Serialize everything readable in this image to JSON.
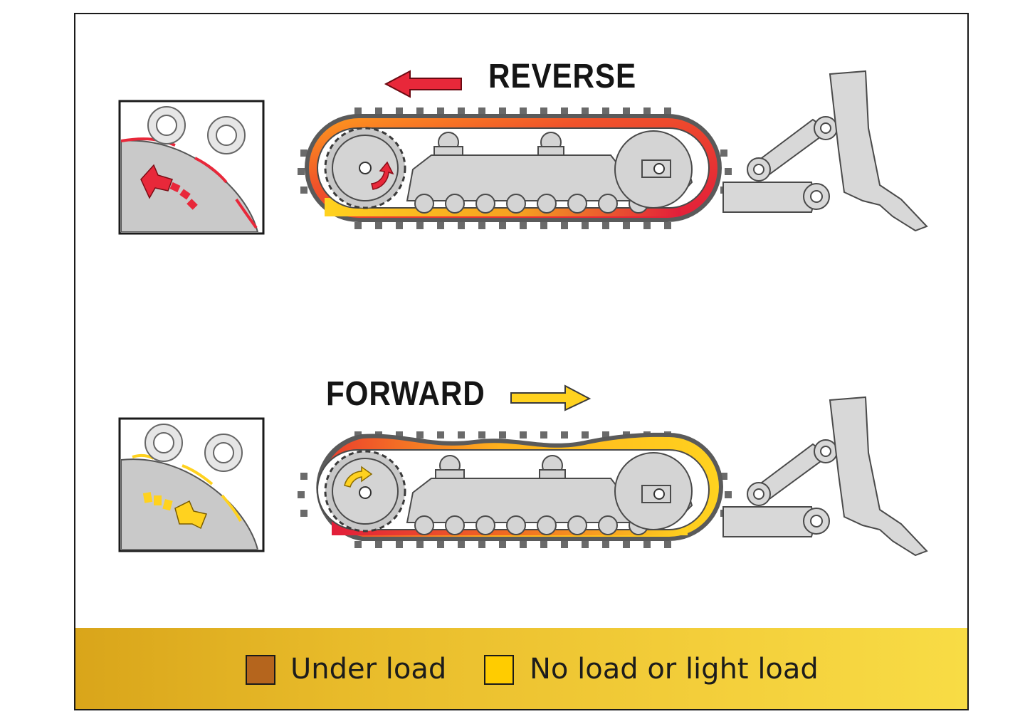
{
  "labels": {
    "reverse": "REVERSE",
    "forward": "FORWARD"
  },
  "legend": {
    "items": [
      {
        "label": "Under load",
        "color": "#b5651d"
      },
      {
        "label": "No load or light load",
        "color": "#ffcc00"
      }
    ]
  },
  "colors": {
    "load_red": "#e8283a",
    "light_yellow": "#ffd21f",
    "machine_gray": "#d4d4d4",
    "outline": "#4a4a4a"
  }
}
